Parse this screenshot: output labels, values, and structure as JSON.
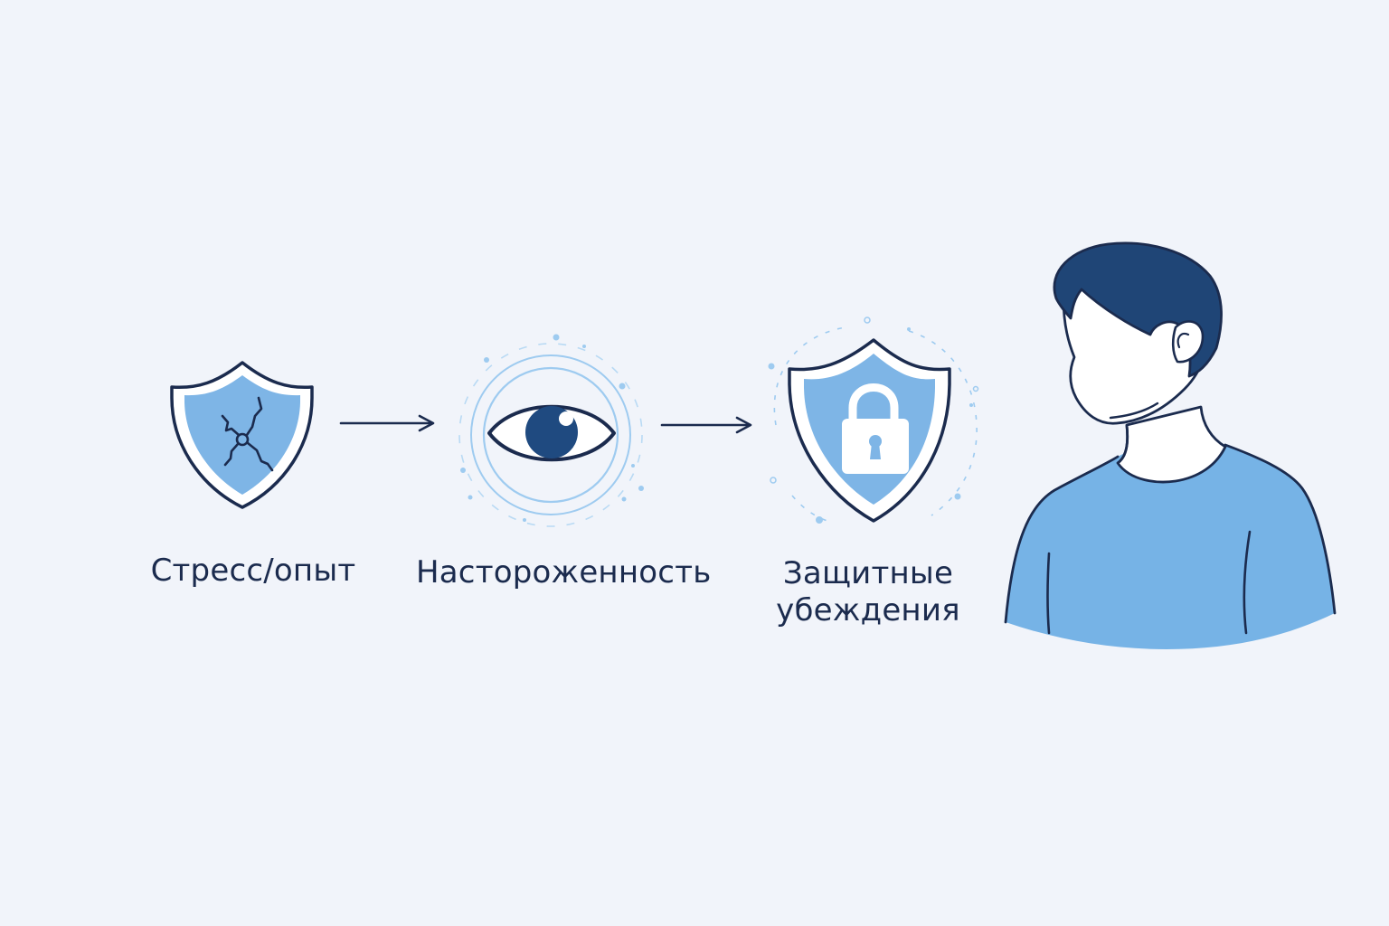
{
  "colors": {
    "background": "#f1f4fa",
    "outline": "#1b2b4e",
    "shield_fill": "#7eb5e6",
    "shield_rim": "#ffffff",
    "accent_dark": "#1f4a80",
    "ring_light": "#9ecbf0",
    "hair": "#1f4576",
    "shirt": "#76b3e6",
    "skin": "#ffffff"
  },
  "steps": [
    {
      "id": "stress",
      "icon": "cracked-shield-icon",
      "label": "Стресс/опыт"
    },
    {
      "id": "alertness",
      "icon": "eye-icon",
      "label": "Настороженность"
    },
    {
      "id": "beliefs",
      "icon": "lock-shield-icon",
      "label_line1": "Защитные",
      "label_line2": "убеждения"
    }
  ],
  "connectors": [
    "arrow-right-icon",
    "arrow-right-icon"
  ],
  "figure": {
    "icon": "person-icon"
  }
}
